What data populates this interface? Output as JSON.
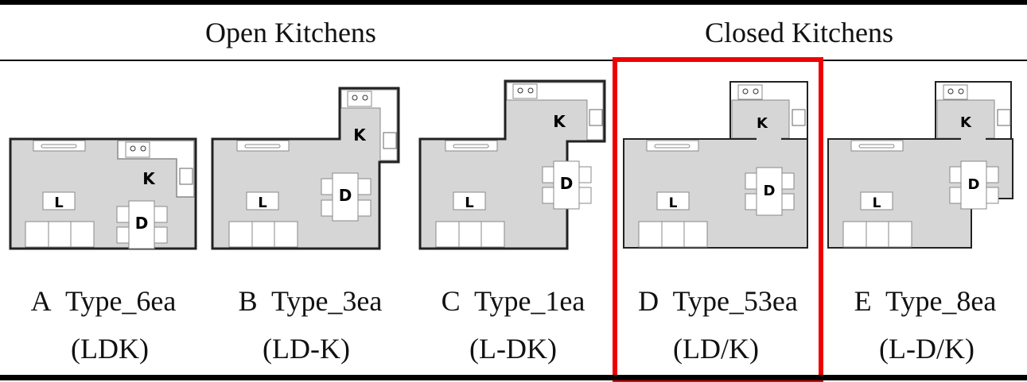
{
  "headers": {
    "open": "Open  Kitchens",
    "closed": "Closed  Kitchens"
  },
  "types": [
    {
      "letter": "A",
      "name": "Type_6ea",
      "code": "(LDK)"
    },
    {
      "letter": "B",
      "name": "Type_3ea",
      "code": "(LD-K)"
    },
    {
      "letter": "C",
      "name": "Type_1ea",
      "code": "(L-DK)"
    },
    {
      "letter": "D",
      "name": "Type_53ea",
      "code": "(LD/K)",
      "highlighted": true
    },
    {
      "letter": "E",
      "name": "Type_8ea",
      "code": "(L-D/K)"
    }
  ],
  "room_labels": {
    "living": "L",
    "dining": "D",
    "kitchen": "K"
  },
  "colors": {
    "highlight": "#ee0000",
    "floor": "#d6d6d6"
  }
}
